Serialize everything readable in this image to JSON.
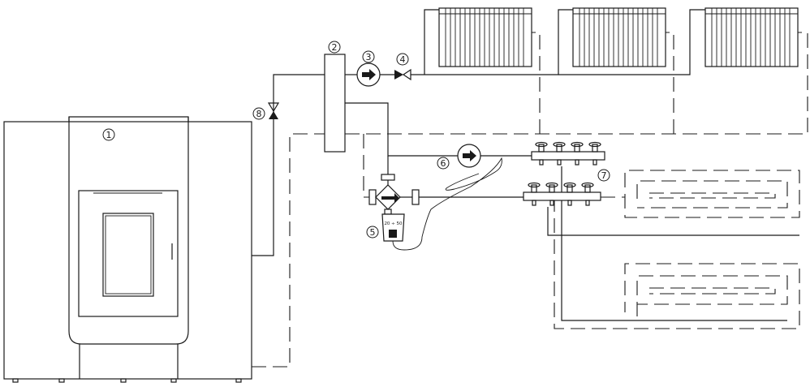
{
  "labels": {
    "stove": "1",
    "separator": "2",
    "radiator_pump": "3",
    "check_valve": "4",
    "mixing_valve": "5",
    "floor_pump": "6",
    "manifold": "7",
    "safety_valve": "8"
  },
  "mixing_valve_scale": "20 ÷ 50"
}
